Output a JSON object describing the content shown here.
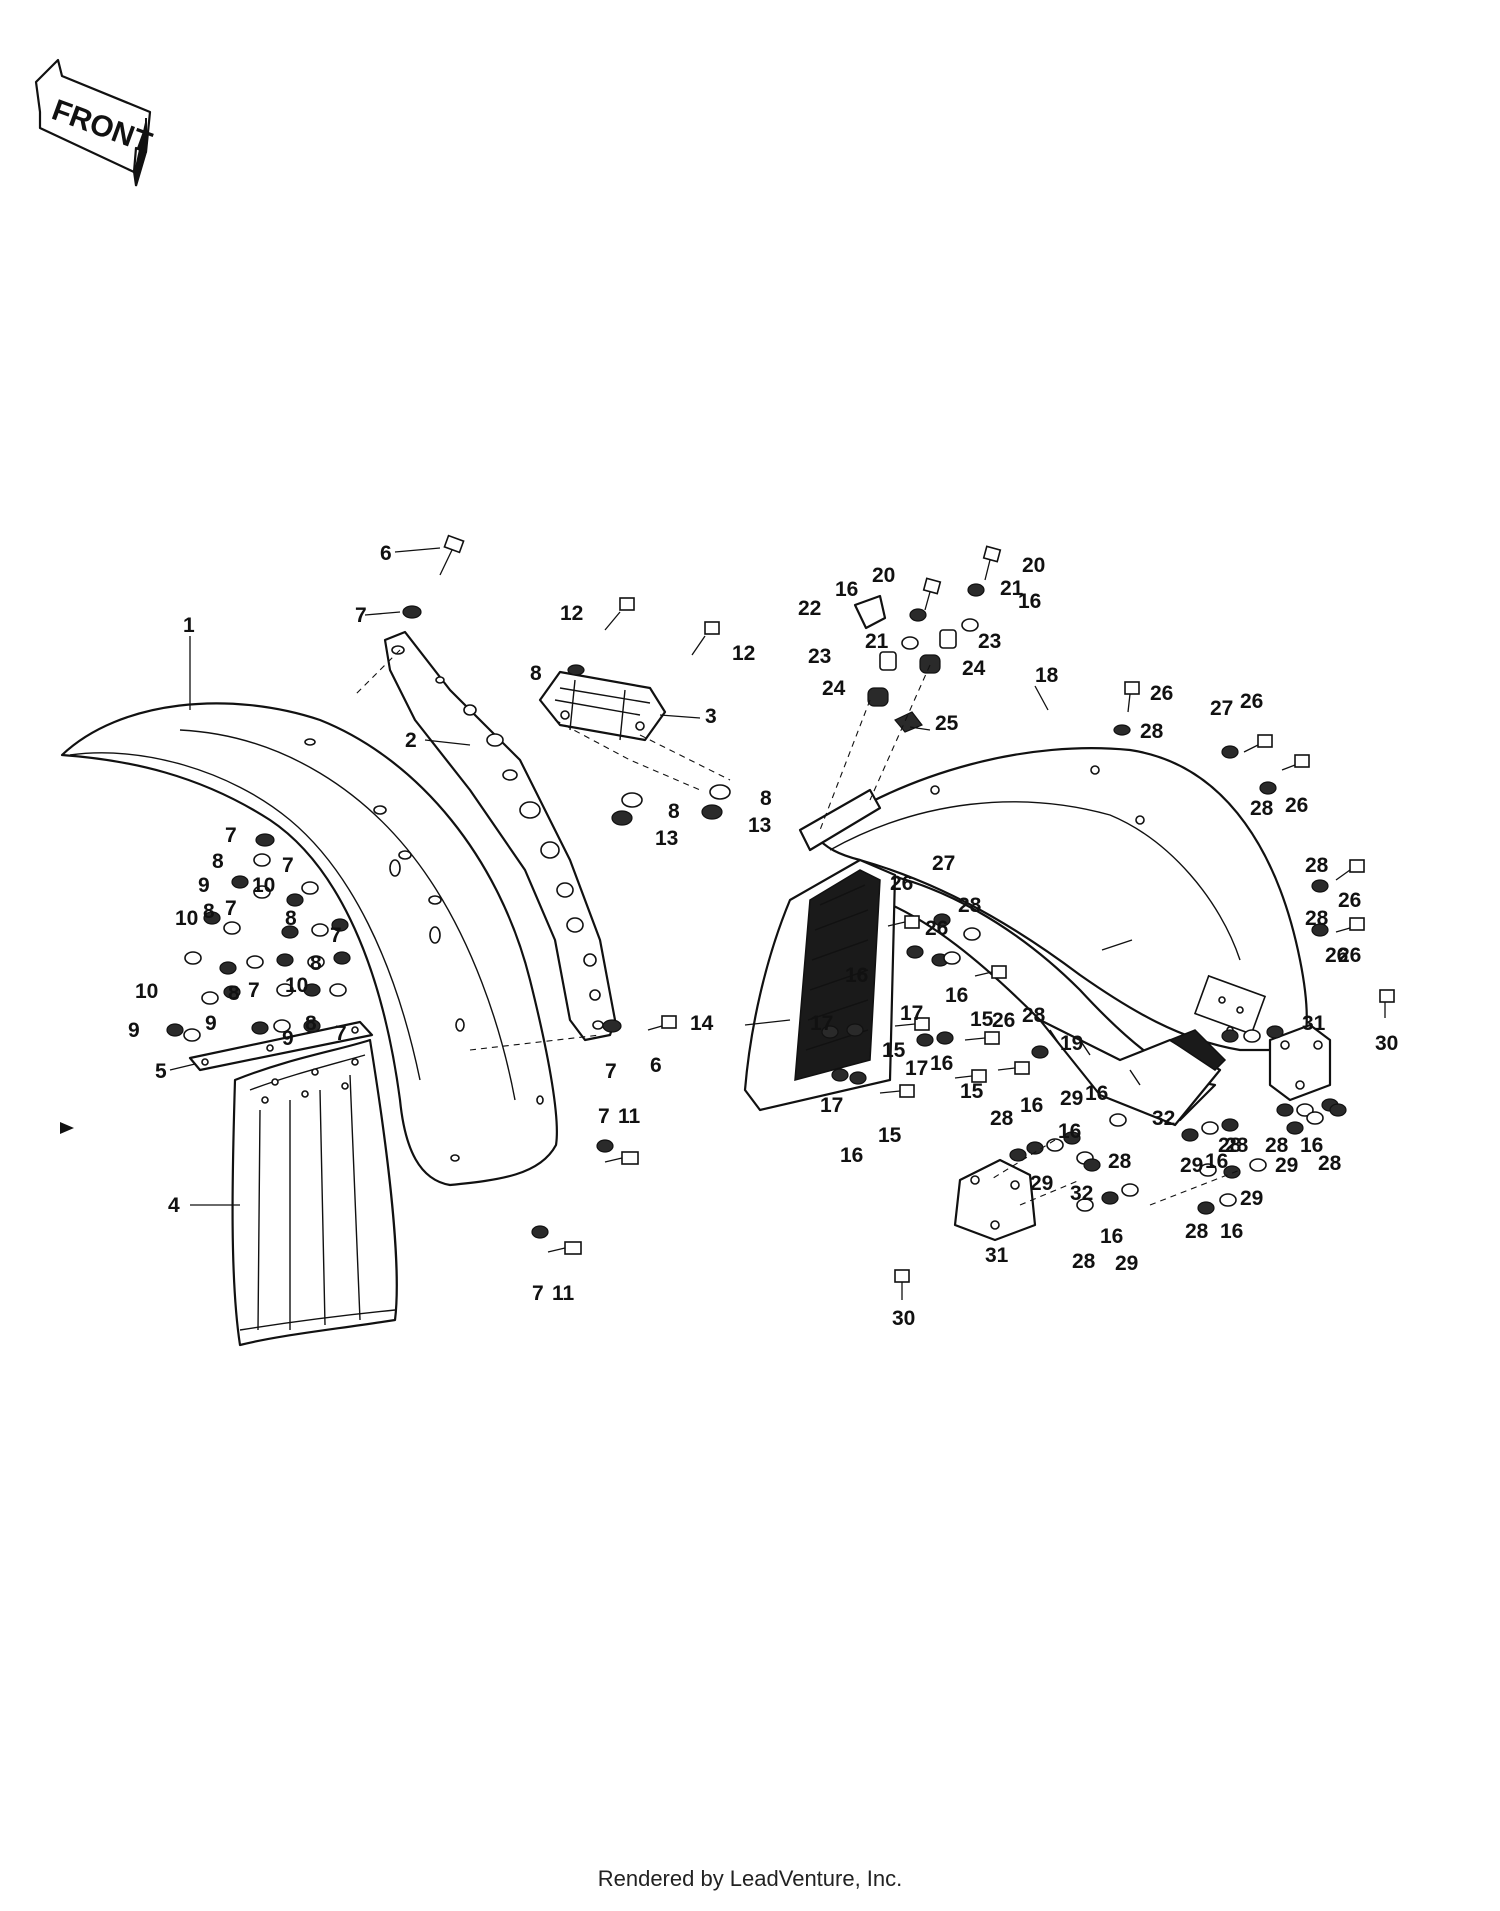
{
  "front_arrow": {
    "label": "FRONT"
  },
  "callouts": [
    {
      "id": "c1",
      "text": "1"
    },
    {
      "id": "c2",
      "text": "2"
    },
    {
      "id": "c3",
      "text": "3"
    },
    {
      "id": "c4",
      "text": "4"
    },
    {
      "id": "c5",
      "text": "5"
    },
    {
      "id": "c6a",
      "text": "6"
    },
    {
      "id": "c6b",
      "text": "6"
    },
    {
      "id": "c7a",
      "text": "7"
    },
    {
      "id": "c7b",
      "text": "7"
    },
    {
      "id": "c7c",
      "text": "7"
    },
    {
      "id": "c7d",
      "text": "7"
    },
    {
      "id": "c7e",
      "text": "7"
    },
    {
      "id": "c7f",
      "text": "7"
    },
    {
      "id": "c7g",
      "text": "7"
    },
    {
      "id": "c7h",
      "text": "7"
    },
    {
      "id": "c7i",
      "text": "7"
    },
    {
      "id": "c7j",
      "text": "7"
    },
    {
      "id": "c8a",
      "text": "8"
    },
    {
      "id": "c8b",
      "text": "8"
    },
    {
      "id": "c8c",
      "text": "8"
    },
    {
      "id": "c8d",
      "text": "8"
    },
    {
      "id": "c8e",
      "text": "8"
    },
    {
      "id": "c8f",
      "text": "8"
    },
    {
      "id": "c8g",
      "text": "8"
    },
    {
      "id": "c8h",
      "text": "8"
    },
    {
      "id": "c8i",
      "text": "8"
    },
    {
      "id": "c9a",
      "text": "9"
    },
    {
      "id": "c9b",
      "text": "9"
    },
    {
      "id": "c9c",
      "text": "9"
    },
    {
      "id": "c9d",
      "text": "9"
    },
    {
      "id": "c10a",
      "text": "10"
    },
    {
      "id": "c10b",
      "text": "10"
    },
    {
      "id": "c10c",
      "text": "10"
    },
    {
      "id": "c10d",
      "text": "10"
    },
    {
      "id": "c11a",
      "text": "11"
    },
    {
      "id": "c11b",
      "text": "11"
    },
    {
      "id": "c12a",
      "text": "12"
    },
    {
      "id": "c12b",
      "text": "12"
    },
    {
      "id": "c13a",
      "text": "13"
    },
    {
      "id": "c13b",
      "text": "13"
    },
    {
      "id": "c14",
      "text": "14"
    },
    {
      "id": "c15a",
      "text": "15"
    },
    {
      "id": "c15b",
      "text": "15"
    },
    {
      "id": "c15c",
      "text": "15"
    },
    {
      "id": "c15d",
      "text": "15"
    },
    {
      "id": "c16a",
      "text": "16"
    },
    {
      "id": "c16b",
      "text": "16"
    },
    {
      "id": "c16c",
      "text": "16"
    },
    {
      "id": "c16d",
      "text": "16"
    },
    {
      "id": "c16e",
      "text": "16"
    },
    {
      "id": "c16f",
      "text": "16"
    },
    {
      "id": "c16g",
      "text": "16"
    },
    {
      "id": "c16h",
      "text": "16"
    },
    {
      "id": "c16i",
      "text": "16"
    },
    {
      "id": "c16j",
      "text": "16"
    },
    {
      "id": "c16k",
      "text": "16"
    },
    {
      "id": "c16l",
      "text": "16"
    },
    {
      "id": "c16m",
      "text": "16"
    },
    {
      "id": "c17a",
      "text": "17"
    },
    {
      "id": "c17b",
      "text": "17"
    },
    {
      "id": "c17c",
      "text": "17"
    },
    {
      "id": "c17d",
      "text": "17"
    },
    {
      "id": "c18",
      "text": "18"
    },
    {
      "id": "c19",
      "text": "19"
    },
    {
      "id": "c20a",
      "text": "20"
    },
    {
      "id": "c20b",
      "text": "20"
    },
    {
      "id": "c21a",
      "text": "21"
    },
    {
      "id": "c21b",
      "text": "21"
    },
    {
      "id": "c22",
      "text": "22"
    },
    {
      "id": "c23a",
      "text": "23"
    },
    {
      "id": "c23b",
      "text": "23"
    },
    {
      "id": "c24a",
      "text": "24"
    },
    {
      "id": "c24b",
      "text": "24"
    },
    {
      "id": "c25",
      "text": "25"
    },
    {
      "id": "c26a",
      "text": "26"
    },
    {
      "id": "c26b",
      "text": "26"
    },
    {
      "id": "c26c",
      "text": "26"
    },
    {
      "id": "c26d",
      "text": "26"
    },
    {
      "id": "c26e",
      "text": "26"
    },
    {
      "id": "c26f",
      "text": "26"
    },
    {
      "id": "c26g",
      "text": "26"
    },
    {
      "id": "c26h",
      "text": "26"
    },
    {
      "id": "c26i",
      "text": "26"
    },
    {
      "id": "c27a",
      "text": "27"
    },
    {
      "id": "c27b",
      "text": "27"
    },
    {
      "id": "c28a",
      "text": "28"
    },
    {
      "id": "c28b",
      "text": "28"
    },
    {
      "id": "c28c",
      "text": "28"
    },
    {
      "id": "c28d",
      "text": "28"
    },
    {
      "id": "c28e",
      "text": "28"
    },
    {
      "id": "c28f",
      "text": "28"
    },
    {
      "id": "c28g",
      "text": "28"
    },
    {
      "id": "c28h",
      "text": "28"
    },
    {
      "id": "c28i",
      "text": "28"
    },
    {
      "id": "c28j",
      "text": "28"
    },
    {
      "id": "c28k",
      "text": "28"
    },
    {
      "id": "c28l",
      "text": "28"
    },
    {
      "id": "c28m",
      "text": "28"
    },
    {
      "id": "c28n",
      "text": "28"
    },
    {
      "id": "c29a",
      "text": "29"
    },
    {
      "id": "c29b",
      "text": "29"
    },
    {
      "id": "c29c",
      "text": "29"
    },
    {
      "id": "c29d",
      "text": "29"
    },
    {
      "id": "c29e",
      "text": "29"
    },
    {
      "id": "c29f",
      "text": "29"
    },
    {
      "id": "c30a",
      "text": "30"
    },
    {
      "id": "c30b",
      "text": "30"
    },
    {
      "id": "c31a",
      "text": "31"
    },
    {
      "id": "c31b",
      "text": "31"
    },
    {
      "id": "c32a",
      "text": "32"
    },
    {
      "id": "c32b",
      "text": "32"
    }
  ],
  "footer": {
    "credit": "Rendered by LeadVenture, Inc."
  }
}
